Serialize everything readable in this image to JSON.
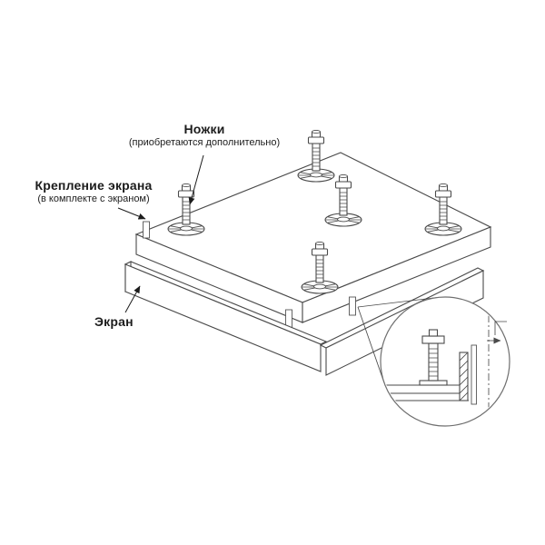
{
  "figure": {
    "background_color": "#ffffff",
    "line_color": "#4a4a4a",
    "callout_line_color": "#6f6f6f",
    "text_color": "#1c1c1c",
    "labels": {
      "feet": {
        "title": "Ножки",
        "subtitle": "(приобретаются дополнительно)"
      },
      "screen_mount": {
        "title": "Крепление экрана",
        "subtitle": "(в комплекте с экраном)"
      },
      "screen": {
        "title": "Экран"
      }
    }
  }
}
